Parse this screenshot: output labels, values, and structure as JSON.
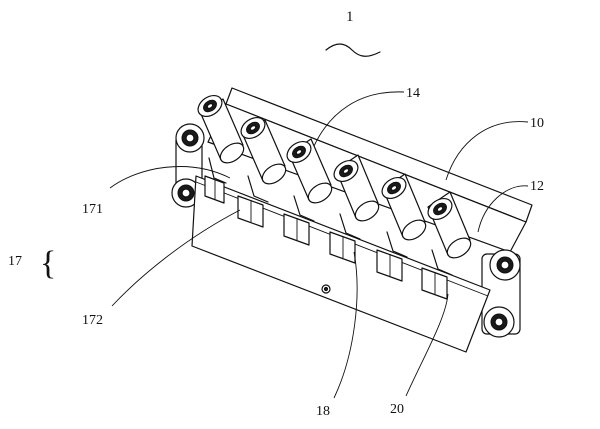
{
  "labels": {
    "assembly": "1",
    "plate": "10",
    "right_part": "12",
    "roller": "14",
    "group": "17",
    "upper_clip": "171",
    "lower_clip": "172",
    "mid_clip": "18",
    "bottom_clip": "20"
  },
  "colors": {
    "ink": "#111111",
    "paper": "#ffffff"
  }
}
